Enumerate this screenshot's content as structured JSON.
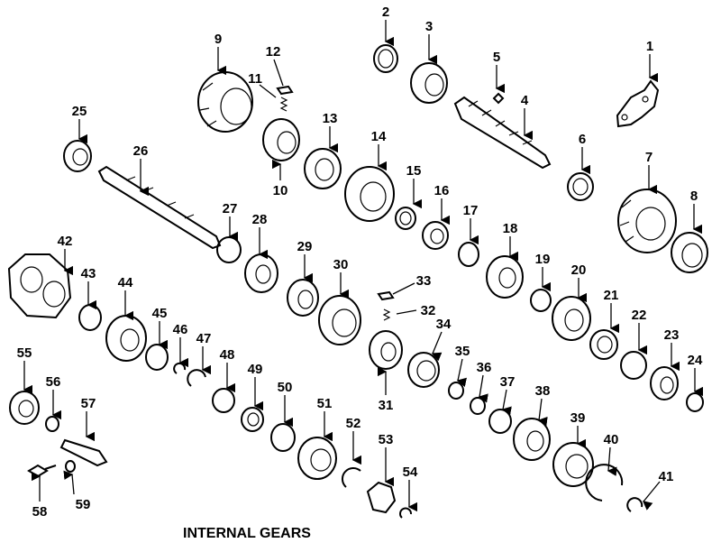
{
  "title": "INTERNAL GEARS",
  "callouts": [
    "1",
    "2",
    "3",
    "4",
    "5",
    "6",
    "7",
    "8",
    "9",
    "10",
    "11",
    "12",
    "13",
    "14",
    "15",
    "16",
    "17",
    "18",
    "19",
    "20",
    "21",
    "22",
    "23",
    "24",
    "25",
    "26",
    "27",
    "28",
    "29",
    "30",
    "31",
    "32",
    "33",
    "34",
    "35",
    "36",
    "37",
    "38",
    "39",
    "40",
    "41",
    "42",
    "43",
    "44",
    "45",
    "46",
    "47",
    "48",
    "49",
    "50",
    "51",
    "52",
    "53",
    "54",
    "55",
    "56",
    "57",
    "58",
    "59"
  ]
}
